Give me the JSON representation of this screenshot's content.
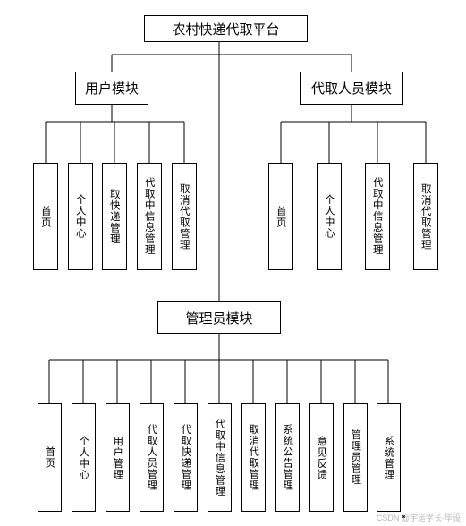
{
  "root": {
    "label": "农村快递代取平台"
  },
  "modules": {
    "user": {
      "label": "用户模块",
      "items": [
        "首页",
        "个人中心",
        "取快递管理",
        "代取中信息管理",
        "取消代取管理"
      ]
    },
    "courier": {
      "label": "代取人员模块",
      "items": [
        "首页",
        "个人中心",
        "代取中信息管理",
        "取消代取管理"
      ]
    },
    "admin": {
      "label": "管理员模块",
      "items": [
        "首页",
        "个人中心",
        "用户管理",
        "代取人员管理",
        "代取快递管理",
        "代取中信息管理",
        "取消代取管理",
        "系统公告管理",
        "意见反馈",
        "管理员管理",
        "系统管理"
      ]
    }
  },
  "watermark": "CSDN @宇运学长-毕设"
}
